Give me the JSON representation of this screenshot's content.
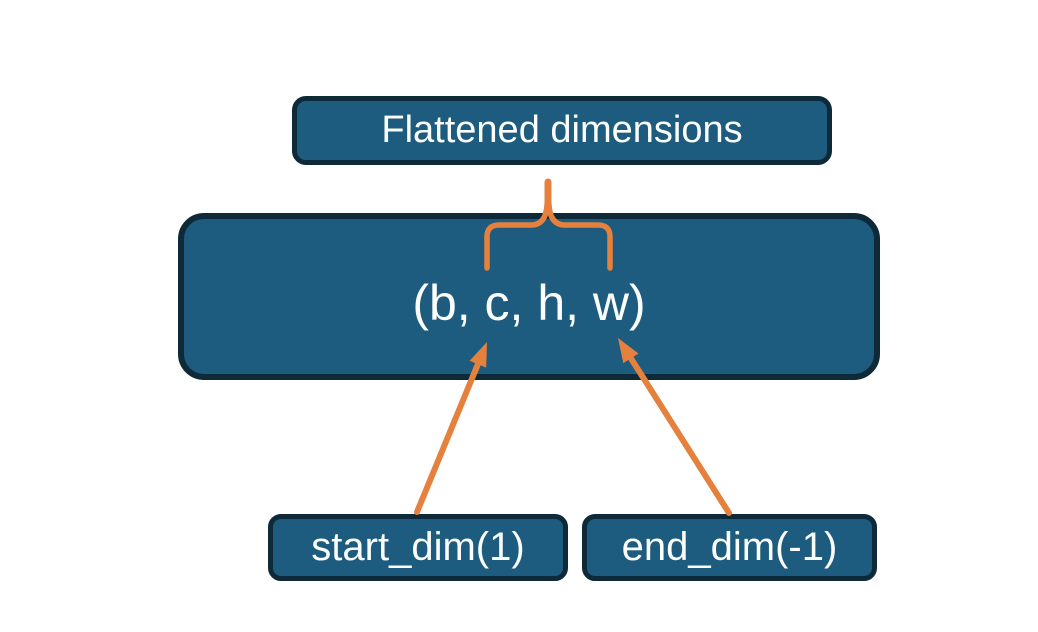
{
  "diagram": {
    "top_box_label": "Flattened dimensions",
    "main_box_label": "(b, c, h, w)",
    "start_box_label": "start_dim(1)",
    "end_box_label": "end_dim(-1)",
    "colors": {
      "background": "#ffffff",
      "node_fill": "#1d5c7e",
      "node_border": "#0e2a39",
      "node_text": "#fcfdfd",
      "connector": "#e5813d"
    }
  }
}
